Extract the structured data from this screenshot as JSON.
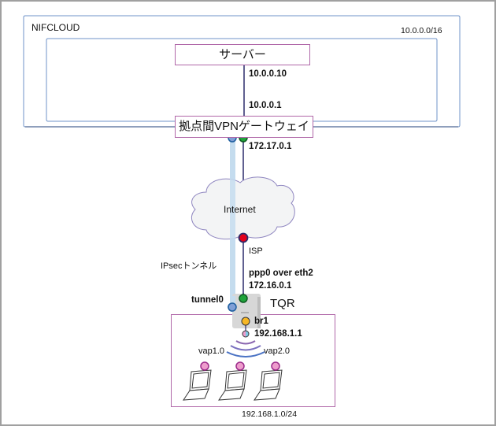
{
  "cloud": {
    "name": "NIFCLOUD",
    "cidr": "10.0.0.0/16"
  },
  "server": {
    "label": "サーバー",
    "ip": "10.0.0.10"
  },
  "vpn_gateway": {
    "label": "拠点間VPNゲートウェイ",
    "private_ip": "10.0.0.1",
    "public_ip": "172.17.0.1"
  },
  "internet": {
    "label": "Internet",
    "isp_label": "ISP"
  },
  "tunnel": {
    "label": "IPsecトンネル",
    "interface": "tunnel0"
  },
  "router": {
    "label": "TQR",
    "wan_interface": "ppp0 over eth2",
    "wan_ip": "172.16.0.1",
    "bridge": "br1",
    "lan_ip": "192.168.1.1",
    "vap_left": "vap1.0",
    "vap_right": "vap2.0"
  },
  "lan": {
    "cidr": "192.168.1.0/24",
    "client_count": 3
  },
  "colors": {
    "cloud_border": "#6f93c8",
    "box_border": "#b067a8",
    "link_line": "#2b2a6a",
    "tunnel_band": "#c4dcee",
    "port_blue": "#7f9fd6",
    "port_green": "#1fa33a",
    "port_red": "#e3001b",
    "port_orange": "#f6b625",
    "port_pink": "#ee9ccc"
  }
}
